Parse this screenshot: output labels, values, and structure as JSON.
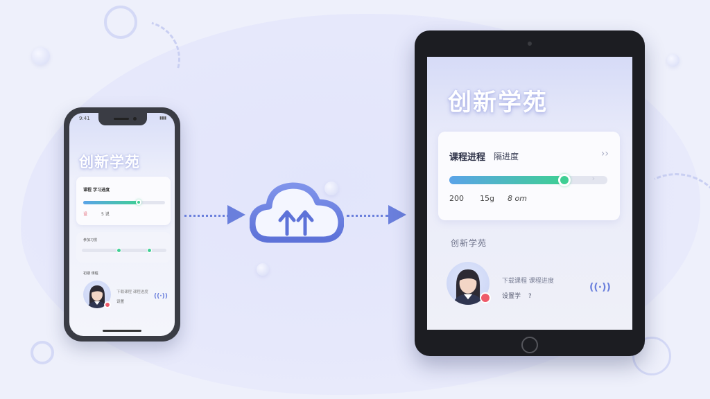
{
  "phone": {
    "time": "9:41",
    "title": "创新学苑",
    "card1_label": "课程 学习进度",
    "card1_stat_a": "设",
    "card1_stat_b": "5 说",
    "card2_label": "参加习惯",
    "profile_label": "初期 课程",
    "profile_line1": "下载课程 课程进度",
    "profile_line2": "设置",
    "action_icon": "sync-icon"
  },
  "cloud": {
    "icon": "cloud-upload-icon"
  },
  "tablet": {
    "title": "创新学苑",
    "card_title": "课程进程",
    "card_subtitle": "隔进度",
    "card_more": "››",
    "progress": 0.73,
    "stat_1": "200",
    "stat_2": "15g",
    "stat_3": "8 om",
    "section_label": "创新学苑",
    "profile_line1": "下载课程 课程进度",
    "profile_line2": "设置学",
    "profile_line2_suffix": "?",
    "action_icon": "sync-icon"
  },
  "colors": {
    "accent": "#6a7fdc",
    "progress_start": "#5aa3e8",
    "progress_end": "#3fcf94",
    "badge": "#ee5a6a"
  }
}
